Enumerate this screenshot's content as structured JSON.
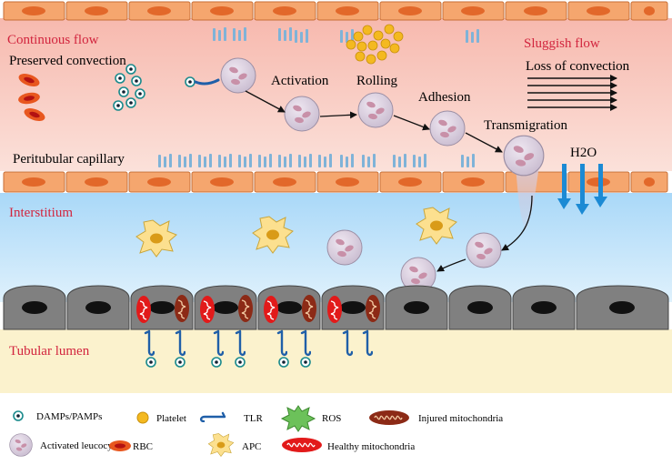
{
  "labels": {
    "continuous_flow": "Continuous flow",
    "preserved_convection": "Preserved convection",
    "sluggish_flow": "Sluggish flow",
    "loss_of_convection": "Loss of convection",
    "activation": "Activation",
    "rolling": "Rolling",
    "adhesion": "Adhesion",
    "transmigration": "Transmigration",
    "peritubular_capillary": "Peritubular capillary",
    "h2o": "H2O",
    "interstitium": "Interstitium",
    "tubular_lumen": "Tubular lumen"
  },
  "legend": {
    "damps": "DAMPs/PAMPs",
    "platelet": "Platelet",
    "tlr": "TLR",
    "ros": "ROS",
    "injured_mito": "Injured mitochondria",
    "leucocyte": "Activated leucocyte",
    "rbc": "RBC",
    "apc": "APC",
    "healthy_mito": "Healthy mitochondria"
  },
  "colors": {
    "vessel_lumen": "#f9d3cb",
    "endothelium": "#f5a66e",
    "endothelium_nucleus": "#e2682a",
    "interstitium": "#bfe3fb",
    "tubule_cell": "#808080",
    "tubular_lumen": "#fbf2cd",
    "region_label": "#d2253e",
    "leucocyte": "#d7cbdc",
    "platelet": "#f4b920",
    "glycocalyx": "#7fb3d8",
    "water_arrow": "#1b8ad4"
  }
}
